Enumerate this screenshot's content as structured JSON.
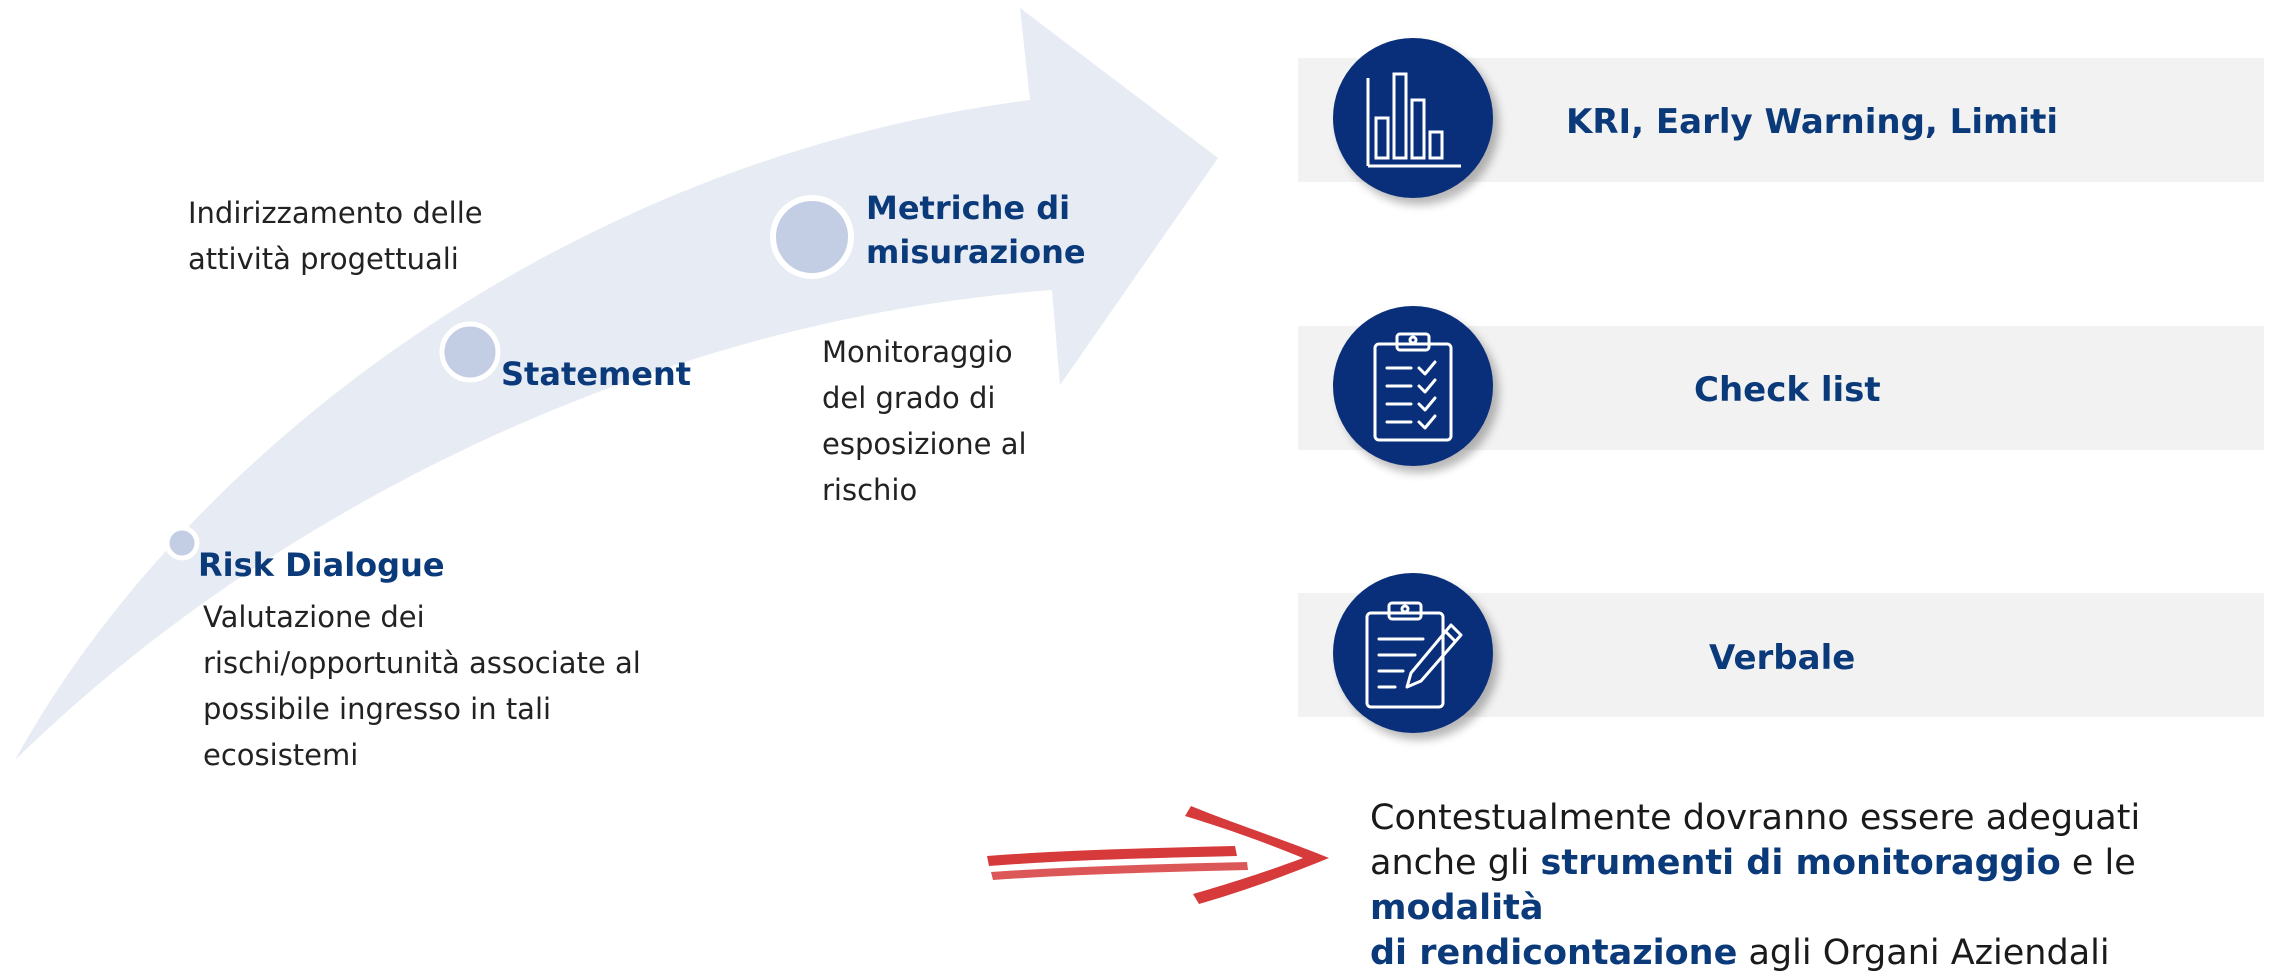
{
  "steps": [
    {
      "title": "Risk Dialogue",
      "description": [
        "Valutazione dei",
        "rischi/opportunità associate al",
        "possibile ingresso in tali",
        "ecosistemi"
      ]
    },
    {
      "title": "Statement",
      "description": [
        "Indirizzamento delle",
        "attività progettuali"
      ]
    },
    {
      "title": [
        "Metriche di",
        "misurazione"
      ],
      "description": [
        "Monitoraggio",
        "del grado di",
        "esposizione al",
        "rischio"
      ]
    }
  ],
  "tools": [
    {
      "label": "KRI, Early Warning, Limiti",
      "icon": "bar-chart-icon"
    },
    {
      "label": "Check list",
      "icon": "checklist-clipboard-icon"
    },
    {
      "label": "Verbale",
      "icon": "clipboard-pen-icon"
    }
  ],
  "conclusion": {
    "line1": "Contestualmente dovranno essere adeguati",
    "line2_pre": "anche gli ",
    "line2_bold1": "strumenti di monitoraggio",
    "line2_mid": " e le ",
    "line2_bold2": "modalità",
    "line3_bold": "di rendicontazione",
    "line3_post": " agli Organi Aziendali"
  },
  "colors": {
    "navy": "#0a2f7a",
    "title_blue": "#0b3a7a",
    "arrow_fill": "#e6ebf4",
    "dot_fill": "#c3cde3",
    "band_gray": "#f2f2f2",
    "red_arrow": "#d63a3a"
  }
}
